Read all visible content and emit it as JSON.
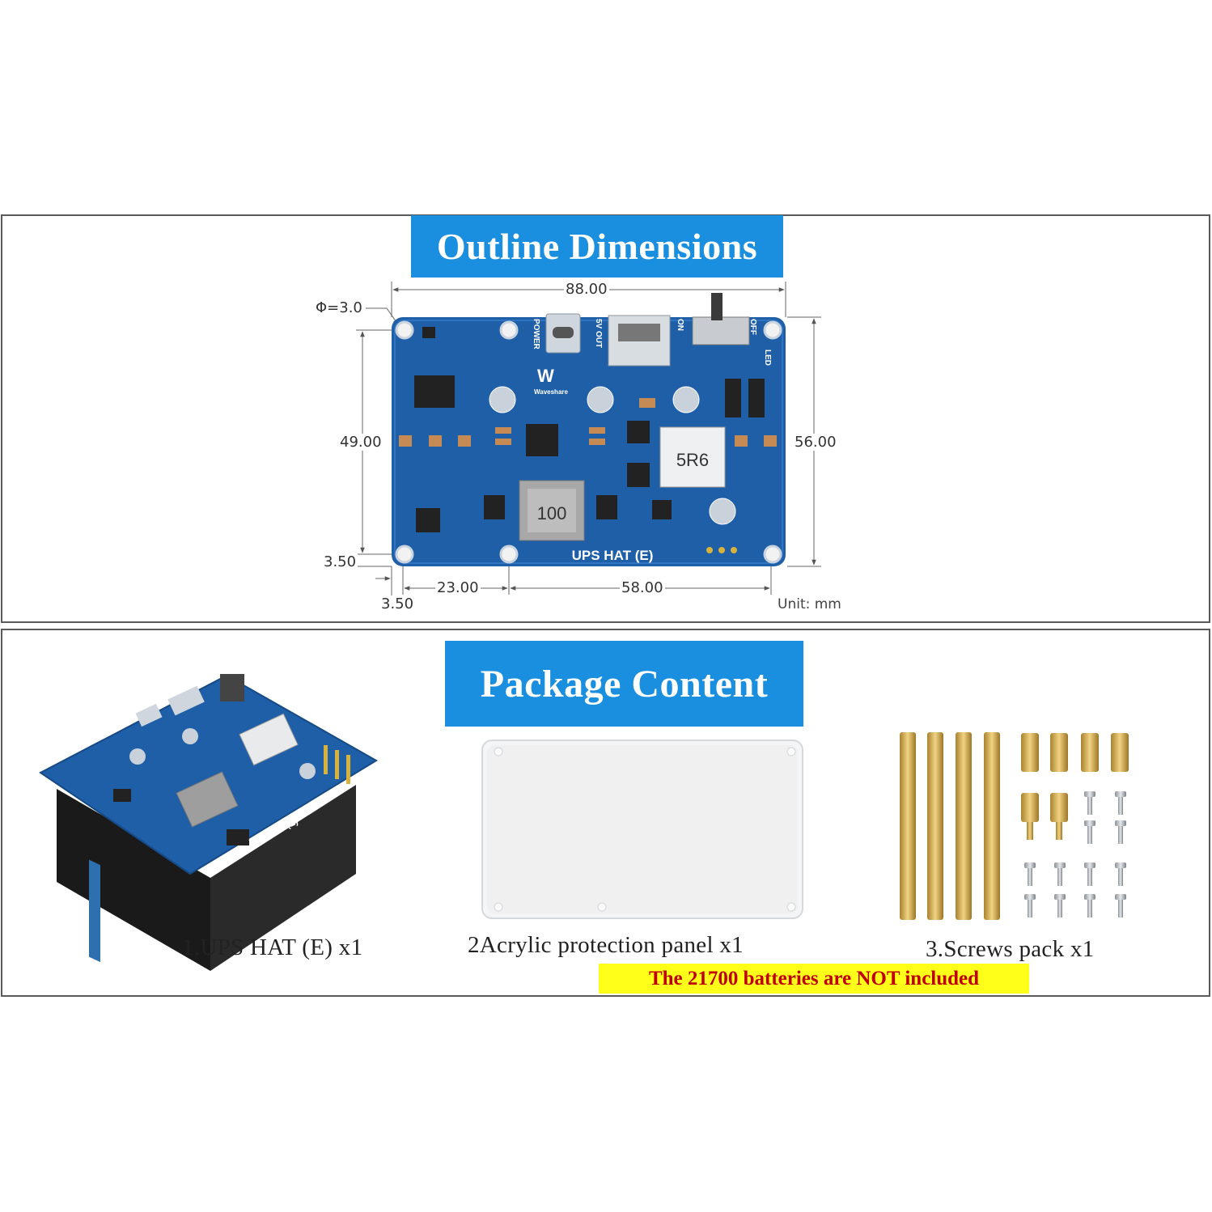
{
  "outline_section": {
    "title": "Outline Dimensions",
    "dimensions": {
      "width": "88.00",
      "hole_diameter": "Φ=3.0",
      "left_height": "49.00",
      "right_height": "56.00",
      "bottom_offset_y": "3.50",
      "bottom_offset_x": "3.50",
      "hole_spacing_a": "23.00",
      "hole_spacing_b": "58.00"
    },
    "unit": "Unit: mm",
    "board": {
      "brand": "Waveshare",
      "name": "UPS HAT (E)",
      "labels": {
        "power": "POWER",
        "out": "5V OUT",
        "on": "ON",
        "off": "OFF",
        "led": "LED",
        "inductor_a": "5R6",
        "inductor_b": "100"
      }
    }
  },
  "package_section": {
    "title": "Package Content",
    "items": [
      {
        "caption": "1.UPS HAT (E) x1"
      },
      {
        "caption": "2Acrylic protection panel x1"
      },
      {
        "caption": "3.Screws pack x1"
      }
    ],
    "warning": "The 21700 batteries are NOT included"
  },
  "colors": {
    "banner": "#1a8fe0",
    "pcb": "#1e5fa8",
    "warning_bg": "#ffff1a",
    "warning_text": "#c00000"
  }
}
